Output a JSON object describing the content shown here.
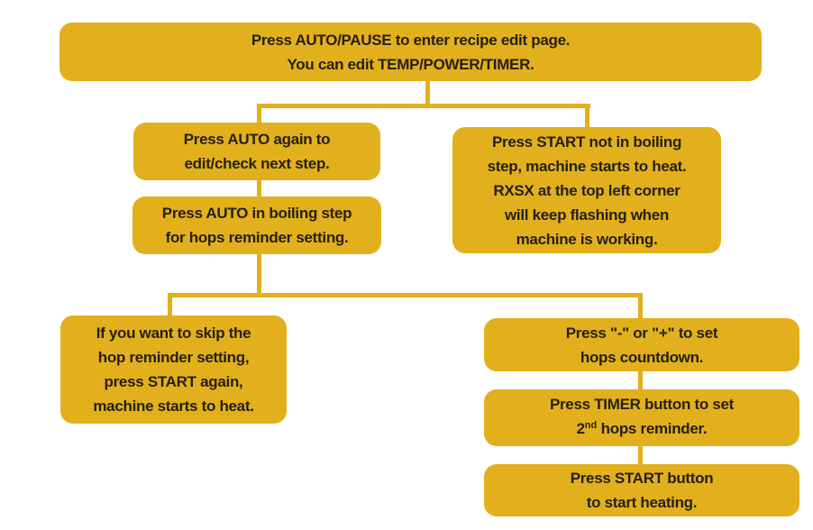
{
  "colors": {
    "background": "#ffffff",
    "box_fill": "#e2b01c",
    "connector_color": "#e2b01c",
    "text_color": "#262015"
  },
  "boxes": {
    "auto_pause_edit": {
      "text": "Press AUTO/PAUSE to enter recipe edit page.\nYou can edit TEMP/POWER/TIMER."
    },
    "auto_next_step": {
      "text": "Press AUTO again to\nedit/check next step."
    },
    "start_not_boiling": {
      "text": "Press START not in boiling\nstep, machine starts to heat.\nRXSX at the top left corner\nwill keep flashing when\nmachine is working."
    },
    "auto_boiling_hops": {
      "text": "Press AUTO in boiling step\nfor hops reminder setting."
    },
    "skip_hop_reminder": {
      "text": "If you want to skip the\nhop reminder setting,\npress START again,\nmachine starts to heat."
    },
    "set_hops_countdown": {
      "text": "Press \"-\" or \"+\" to set\nhops countdown."
    },
    "timer_2nd_hops": {
      "line1": "Press TIMER button to set",
      "line2_num": "2",
      "line2_sup": "nd",
      "line2_rest": " hops reminder."
    },
    "start_heating": {
      "text": "Press START button\nto start heating."
    }
  }
}
